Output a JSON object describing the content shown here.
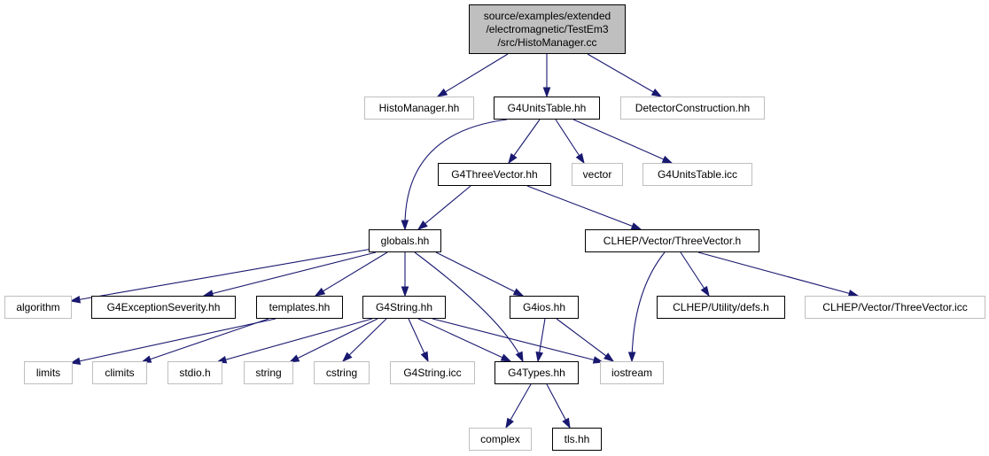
{
  "diagram": {
    "colors": {
      "edge": "#191970",
      "missing_border": "#bfbfbf",
      "root_fill": "#bfbfbf"
    },
    "nodes": {
      "root": {
        "lines": [
          "source/examples/extended",
          "/electromagnetic/TestEm3",
          "/src/HistoManager.cc"
        ]
      },
      "histomanager": {
        "label": "HistoManager.hh"
      },
      "g4unitstable": {
        "label": "G4UnitsTable.hh"
      },
      "detectorconstruction": {
        "label": "DetectorConstruction.hh"
      },
      "g4threevector": {
        "label": "G4ThreeVector.hh"
      },
      "vector": {
        "label": "vector"
      },
      "g4unitstable_icc": {
        "label": "G4UnitsTable.icc"
      },
      "globals": {
        "label": "globals.hh"
      },
      "clhep_threevector": {
        "label": "CLHEP/Vector/ThreeVector.h"
      },
      "algorithm": {
        "label": "algorithm"
      },
      "g4exceptionseverity": {
        "label": "G4ExceptionSeverity.hh"
      },
      "templates": {
        "label": "templates.hh"
      },
      "g4string": {
        "label": "G4String.hh"
      },
      "g4ios": {
        "label": "G4ios.hh"
      },
      "clhep_defs": {
        "label": "CLHEP/Utility/defs.h"
      },
      "clhep_threevector_icc": {
        "label": "CLHEP/Vector/ThreeVector.icc"
      },
      "limits": {
        "label": "limits"
      },
      "climits": {
        "label": "climits"
      },
      "stdio": {
        "label": "stdio.h"
      },
      "string": {
        "label": "string"
      },
      "cstring": {
        "label": "cstring"
      },
      "g4string_icc": {
        "label": "G4String.icc"
      },
      "g4types": {
        "label": "G4Types.hh"
      },
      "iostream": {
        "label": "iostream"
      },
      "complex": {
        "label": "complex"
      },
      "tls": {
        "label": "tls.hh"
      }
    }
  }
}
